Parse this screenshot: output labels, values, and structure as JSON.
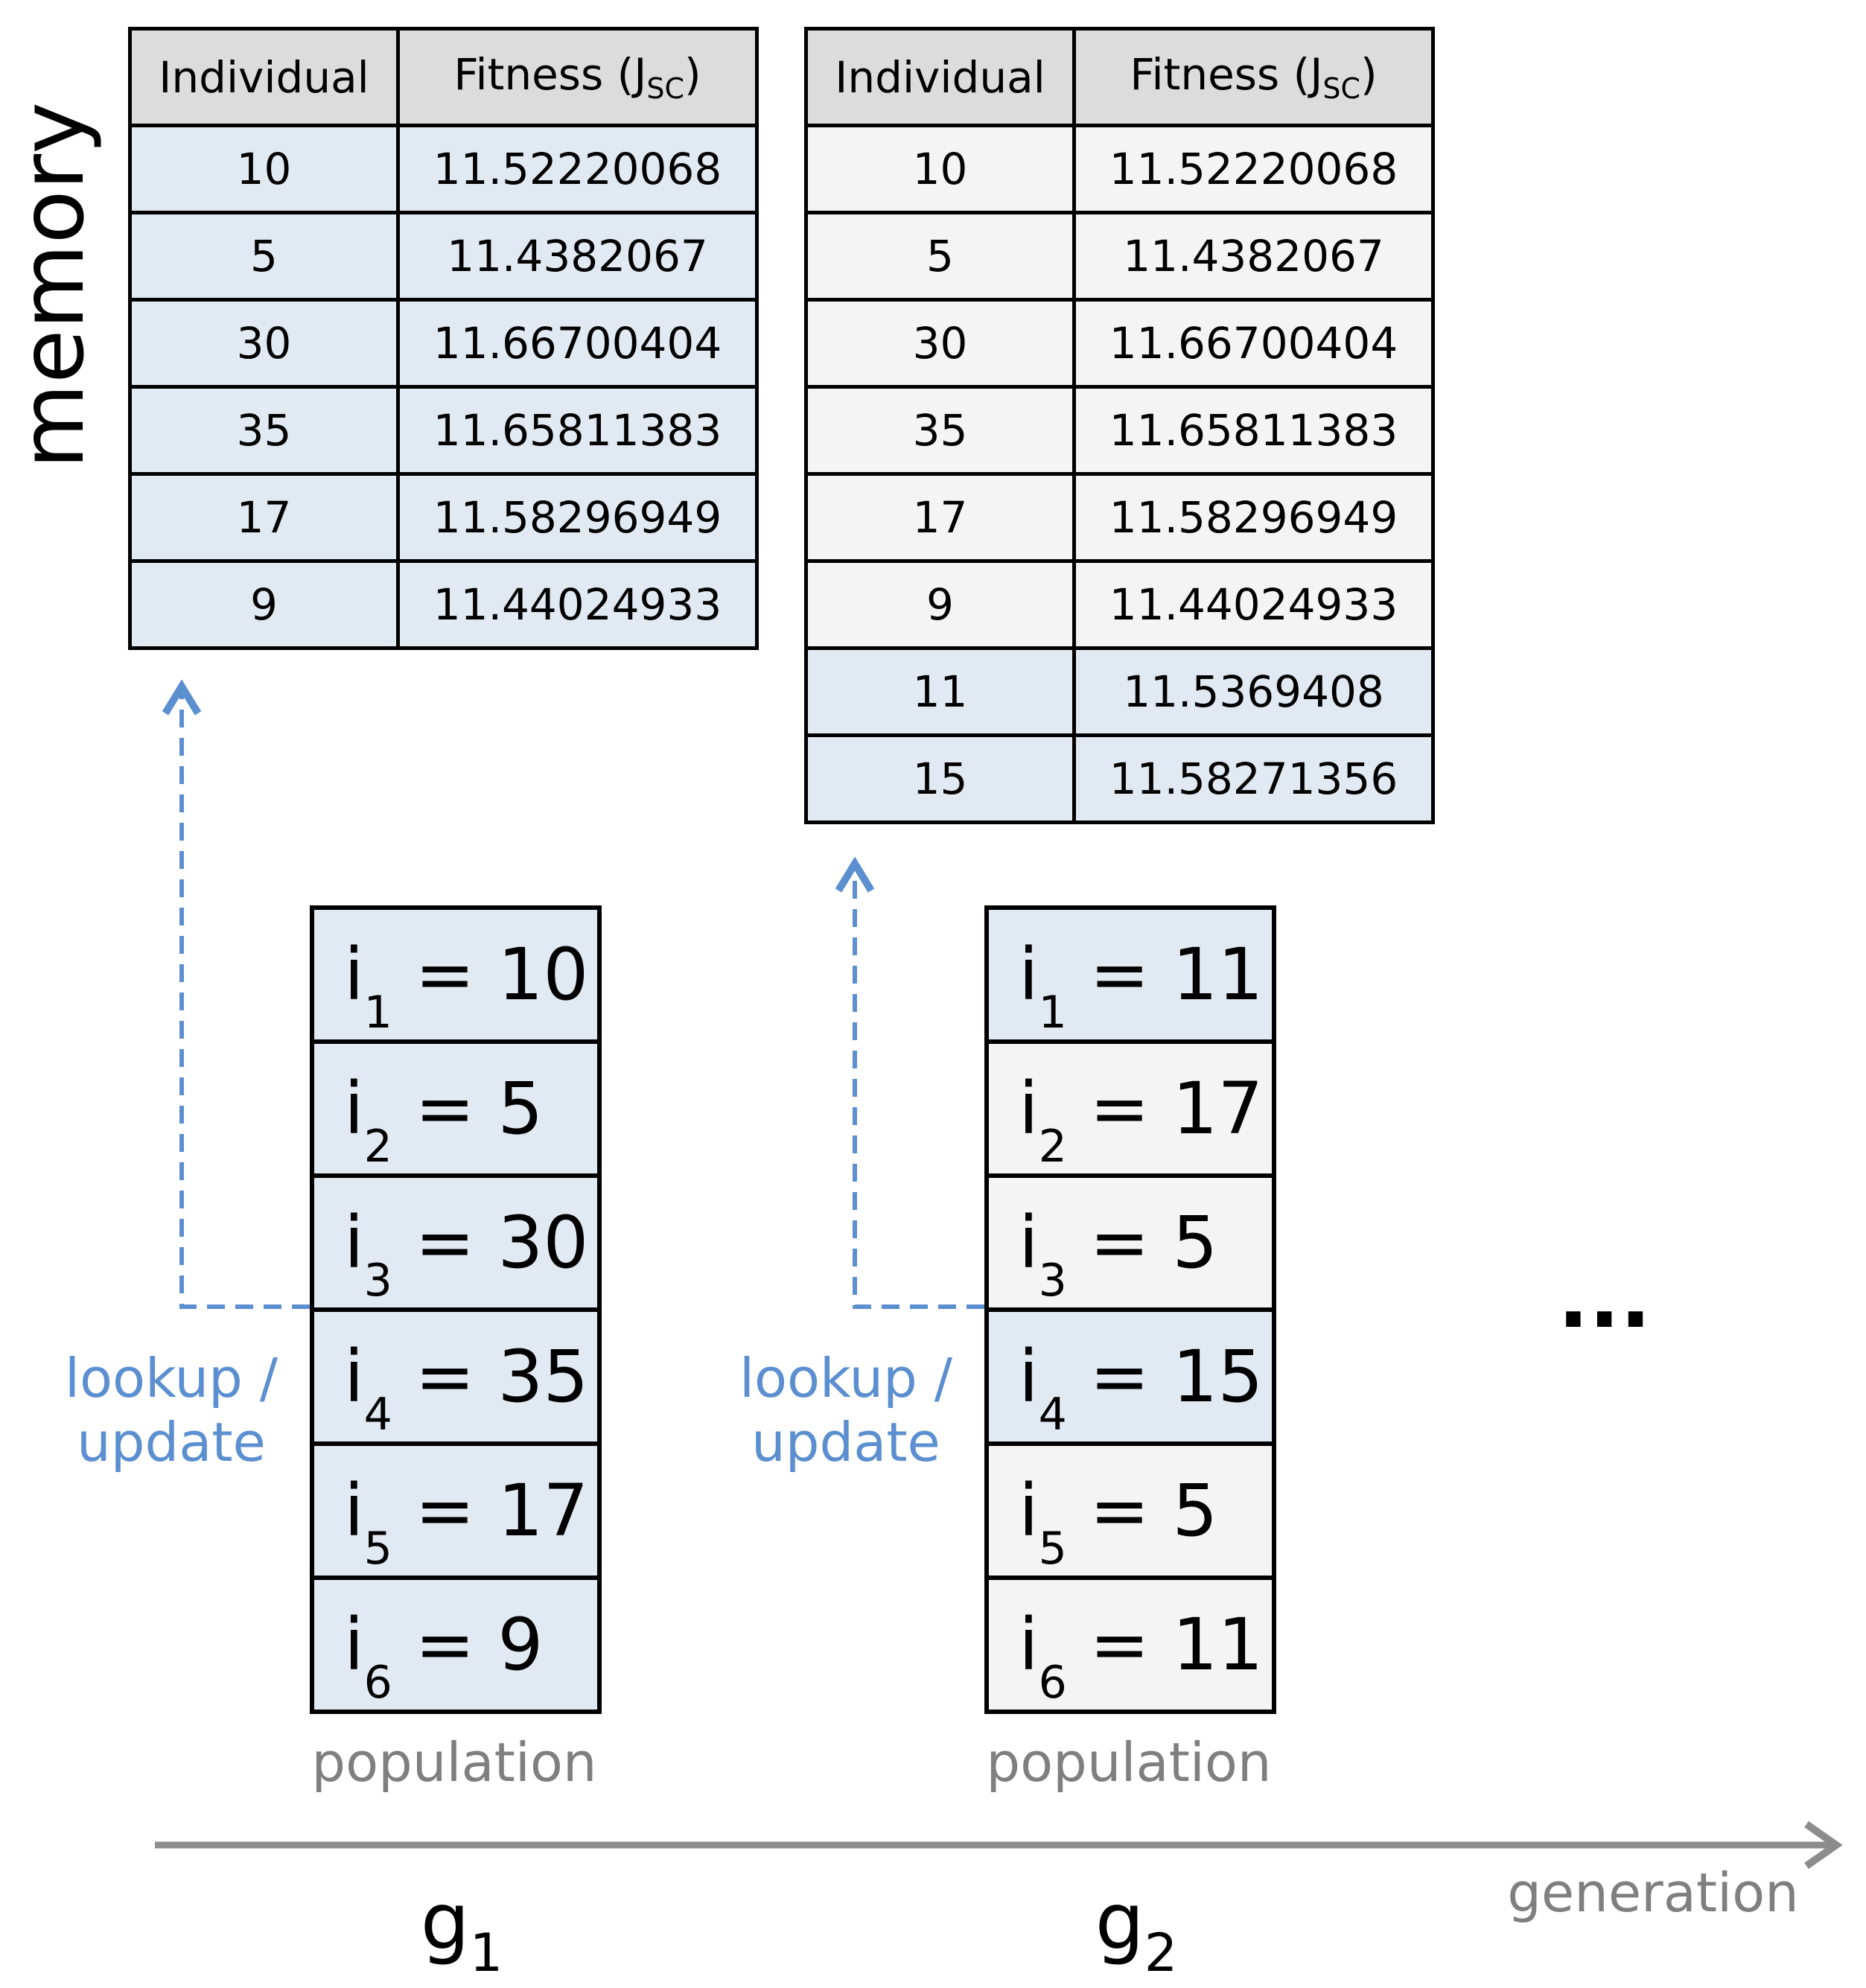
{
  "memory_label": "memory",
  "table_headers": {
    "individual": "Individual",
    "fitness_prefix": "Fitness (J",
    "fitness_sub": "SC",
    "fitness_suffix": ")"
  },
  "memory_g1": [
    {
      "individual": "10",
      "fitness": "11.52220068"
    },
    {
      "individual": "5",
      "fitness": "11.4382067"
    },
    {
      "individual": "30",
      "fitness": "11.66700404"
    },
    {
      "individual": "35",
      "fitness": "11.65811383"
    },
    {
      "individual": "17",
      "fitness": "11.58296949"
    },
    {
      "individual": "9",
      "fitness": "11.44024933"
    }
  ],
  "memory_g2": [
    {
      "individual": "10",
      "fitness": "11.52220068"
    },
    {
      "individual": "5",
      "fitness": "11.4382067"
    },
    {
      "individual": "30",
      "fitness": "11.66700404"
    },
    {
      "individual": "35",
      "fitness": "11.65811383"
    },
    {
      "individual": "17",
      "fitness": "11.58296949"
    },
    {
      "individual": "9",
      "fitness": "11.44024933"
    },
    {
      "individual": "11",
      "fitness": "11.5369408"
    },
    {
      "individual": "15",
      "fitness": "11.58271356"
    }
  ],
  "population_g1": [
    {
      "var": "i",
      "sub": "1",
      "value": "= 10"
    },
    {
      "var": "i",
      "sub": "2",
      "value": "= 5"
    },
    {
      "var": "i",
      "sub": "3",
      "value": "= 30"
    },
    {
      "var": "i",
      "sub": "4",
      "value": "= 35"
    },
    {
      "var": "i",
      "sub": "5",
      "value": "= 17"
    },
    {
      "var": "i",
      "sub": "6",
      "value": "= 9"
    }
  ],
  "population_g2": [
    {
      "var": "i",
      "sub": "1",
      "value": "= 11"
    },
    {
      "var": "i",
      "sub": "2",
      "value": "= 17"
    },
    {
      "var": "i",
      "sub": "3",
      "value": "= 5"
    },
    {
      "var": "i",
      "sub": "4",
      "value": "= 15"
    },
    {
      "var": "i",
      "sub": "5",
      "value": "= 5"
    },
    {
      "var": "i",
      "sub": "6",
      "value": "= 11"
    }
  ],
  "lookup_label_line1": "lookup /",
  "lookup_label_line2": "update",
  "population_label": "population",
  "generation_axis_label": "generation",
  "g1": {
    "base": "g",
    "sub": "1"
  },
  "g2": {
    "base": "g",
    "sub": "2"
  },
  "ellipsis": "...",
  "colors": {
    "highlight": "#e1e9f3",
    "plain": "#f4f4f4",
    "header": "#dcdcdc",
    "arrow_blue": "#5b8fd0",
    "axis_gray": "#8c8c8c"
  }
}
